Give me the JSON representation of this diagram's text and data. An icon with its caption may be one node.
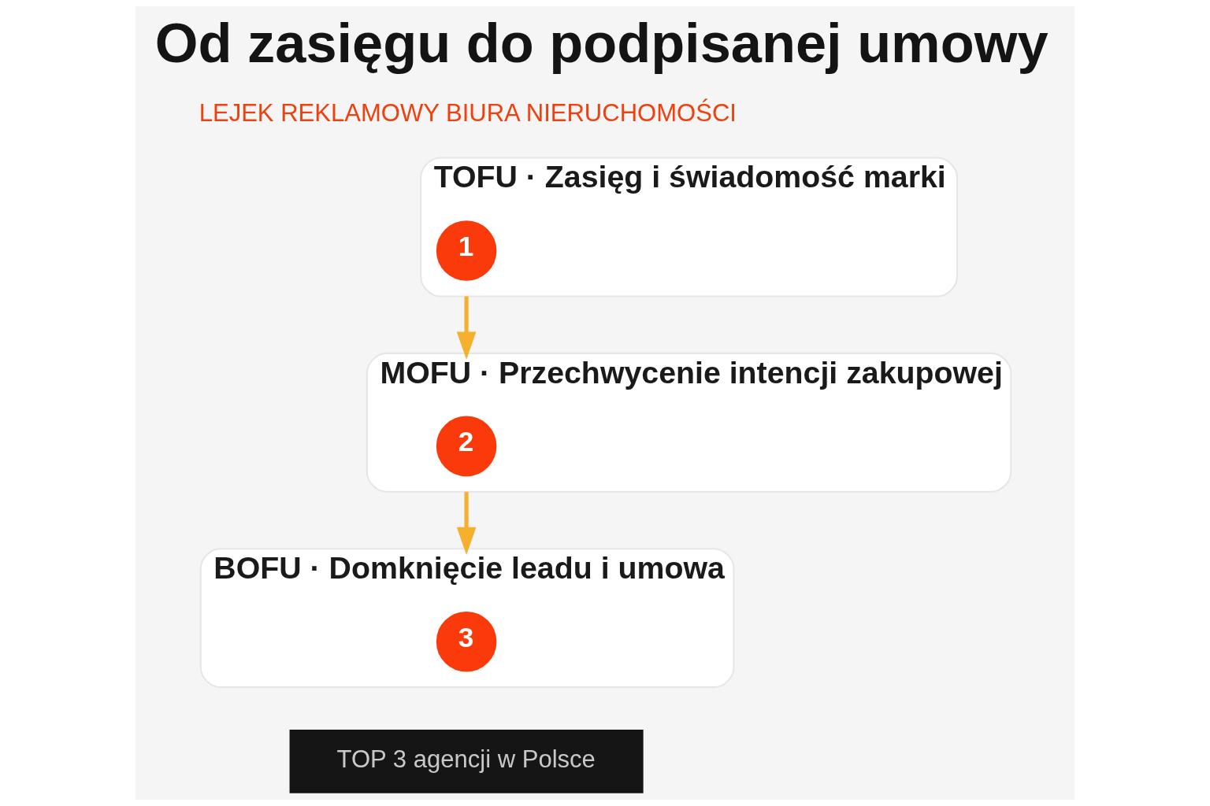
{
  "diagram": {
    "title": "Od zasięgu do podpisanej umowy",
    "nodes": [
      {
        "text": [
          "TOFU · Zasięg i świadomość marki"
        ]
      },
      {
        "text": [
          "1"
        ],
        "in": 0
      },
      {
        "text": [
          "MOFU · Przechwycenie intencji zakupowej"
        ]
      },
      {
        "text": [
          "2"
        ],
        "in": 2
      },
      {
        "text": [
          "BOFU · Domknięcie leadu i umowa"
        ]
      },
      {
        "text": [
          "3"
        ],
        "in": 4
      }
    ],
    "edges": [
      {
        "from": 0,
        "to": 2,
        "arrow": "to"
      },
      {
        "from": 2,
        "to": 4,
        "arrow": "to"
      }
    ],
    "labels": [
      "LEJEK REKLAMOWY BIURA NIERUCHOMOŚCI",
      "TOP 3 agencji w Polsce"
    ]
  }
}
